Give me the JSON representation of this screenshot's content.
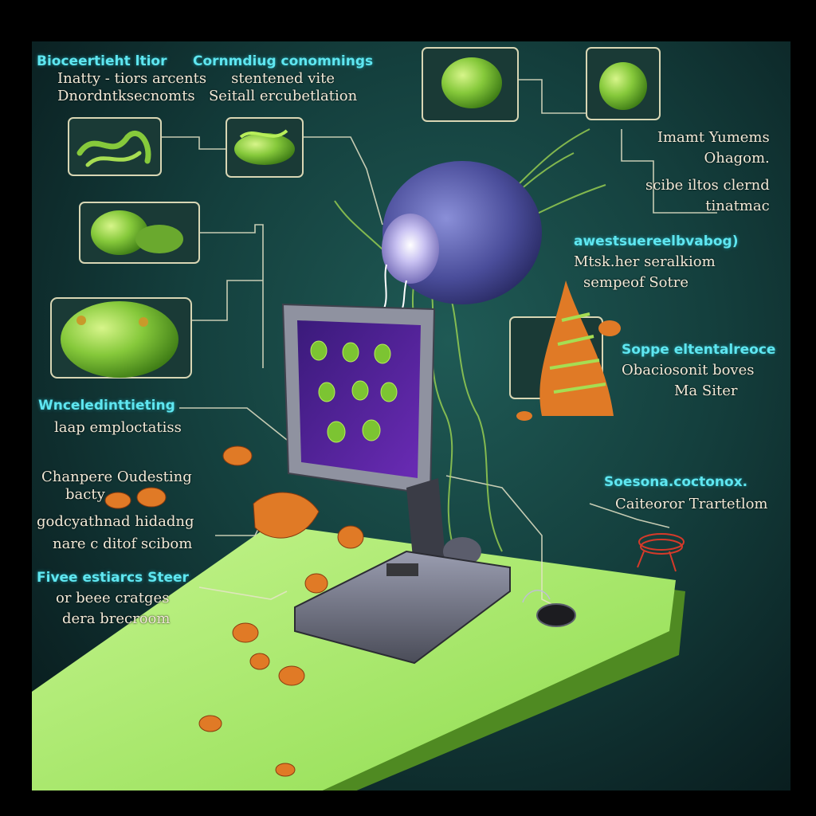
{
  "labels": {
    "top_left": {
      "title": "Bioceertieht ltior",
      "lines": [
        "Inatty - tiors arcents",
        "Dnordntksecnomts"
      ]
    },
    "top_center": {
      "title": "Cornmdiug conomnings",
      "lines": [
        "stentened vite",
        "Seitall ercubetlation"
      ]
    },
    "top_right": {
      "lines": [
        "Imamt Yumems",
        "Ohagom.",
        "scibe iltos clernd",
        "tinatmac"
      ]
    },
    "mid_right": {
      "title": "awestsuereelbvabog)",
      "lines": [
        "Mtsk.her seralkiom",
        "sempeof Sotre"
      ]
    },
    "right_orange": {
      "title": "Soppe eltentalreoce",
      "lines": [
        "Obaciosonit boves",
        "Ma Siter"
      ]
    },
    "left_middle": {
      "title": "Wnceledinttieting",
      "lines": [
        "laap emploctatiss"
      ]
    },
    "left_lower": {
      "lines": [
        "Chanpere Oudesting",
        "bacty",
        "godcyathnad hidadng",
        "nare c ditof scibom"
      ]
    },
    "left_bottom": {
      "title": "Fivee estiarcs Steer",
      "lines": [
        "or beee cratges",
        "dera brecroom"
      ]
    },
    "right_lower": {
      "title": "Soesona.coctonox.",
      "lines": [
        "Caiteoror Trartetlom"
      ]
    }
  },
  "colors": {
    "background": "#0c2526",
    "accent_cyan": "#5fe6f0",
    "mat_green": "#a5e86a",
    "microbe_green": "#7cc432",
    "monitor_purple": "#5a1e9a",
    "lens_purple": "#4a4d9a",
    "cell_orange": "#e07a26"
  },
  "icons": [
    "microscope-lens",
    "monitor",
    "mouse",
    "microbe",
    "cell"
  ]
}
